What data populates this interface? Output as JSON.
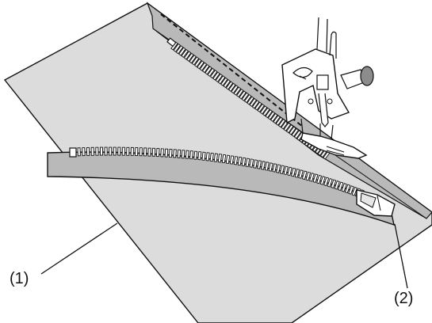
{
  "callouts": {
    "fabric": "(1)",
    "zipper_tape": "(2)"
  },
  "colors": {
    "fabric": "#dcdcdc",
    "zipper_tape": "#b9b9b9",
    "outline": "#111111",
    "teeth": "#ffffff"
  },
  "icons": {
    "presser_foot": "sewing-machine-presser-foot",
    "zipper_slider": "zipper-pull-tab"
  }
}
